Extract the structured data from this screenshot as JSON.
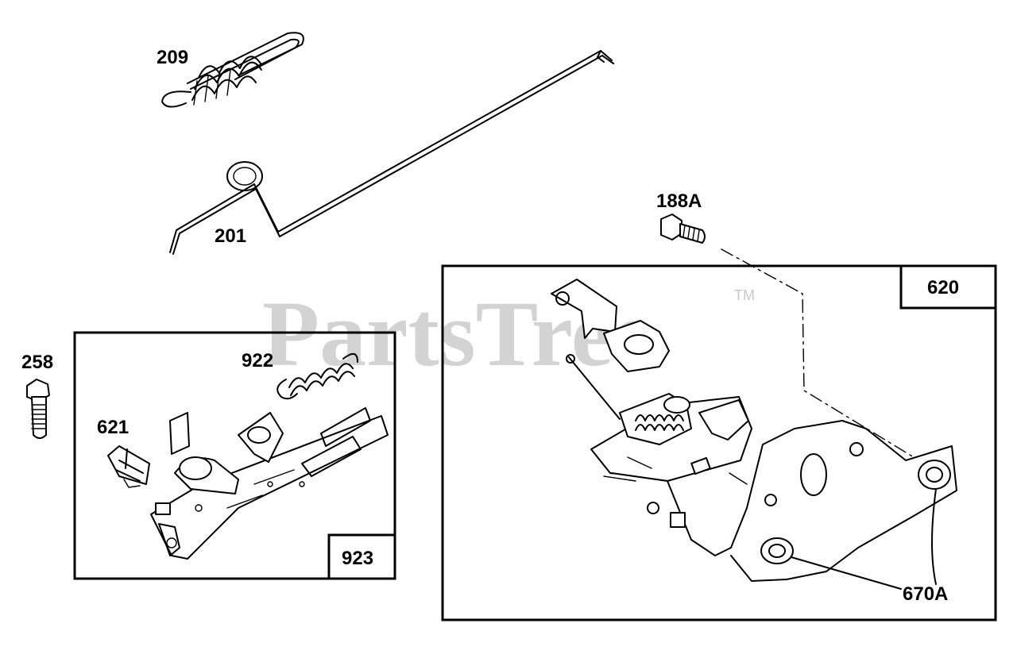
{
  "watermark": {
    "text": "PartsTree",
    "trademark": "TM"
  },
  "callouts": {
    "p209": "209",
    "p201": "201",
    "p188A": "188A",
    "p258": "258",
    "p922": "922",
    "p621": "621",
    "p923": "923",
    "p620": "620",
    "p670A": "670A"
  },
  "icons": [
    "spring-icon",
    "link-rod-icon",
    "screw-icon",
    "bolt-icon",
    "governor-control-plate-icon",
    "control-bracket-assembly-icon",
    "clip-icon"
  ]
}
